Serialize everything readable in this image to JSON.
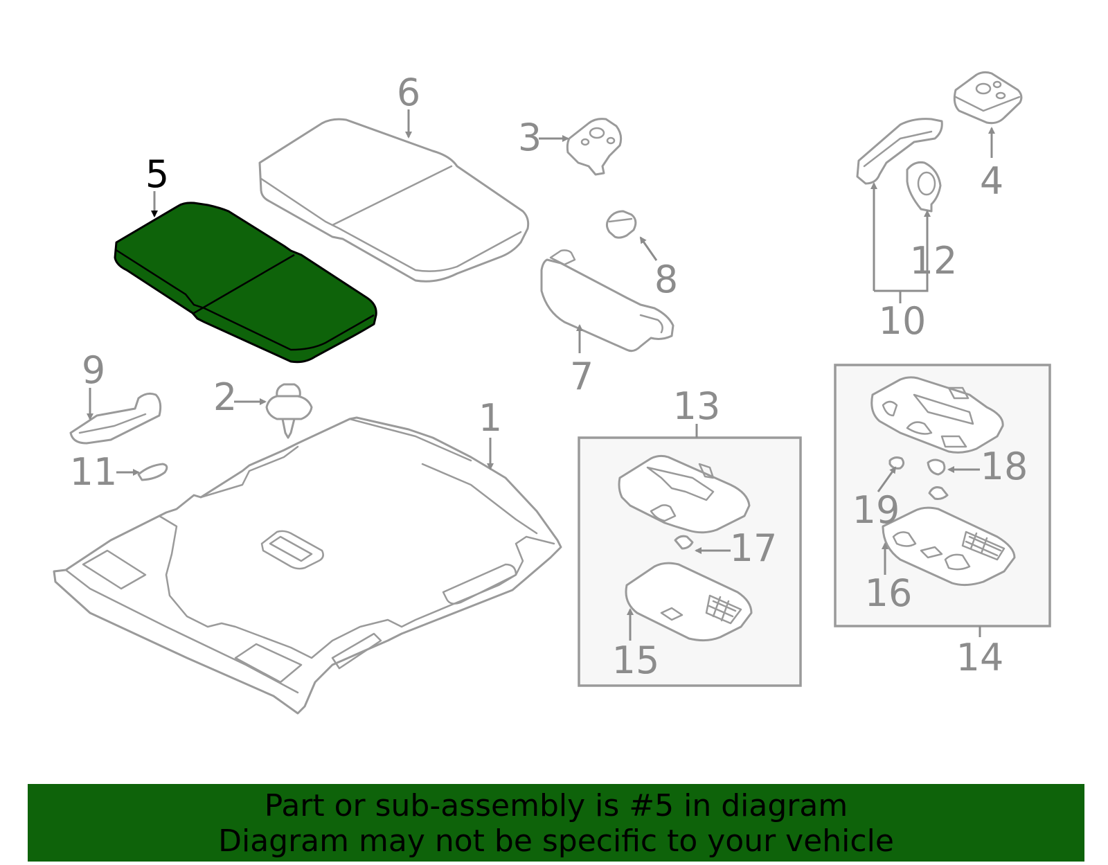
{
  "callouts": {
    "c1": "1",
    "c2": "2",
    "c3": "3",
    "c4": "4",
    "c5": "5",
    "c6": "6",
    "c7": "7",
    "c8": "8",
    "c9": "9",
    "c10": "10",
    "c11": "11",
    "c12": "12",
    "c13": "13",
    "c14": "14",
    "c15": "15",
    "c16": "16",
    "c17": "17",
    "c18": "18",
    "c19": "19"
  },
  "highlight": {
    "part_number": "5",
    "fill_color": "#0e630a",
    "outline_color": "#000000"
  },
  "banner": {
    "line1": "Part or sub-assembly is #5 in diagram",
    "line2": "Diagram may not be specific to your vehicle",
    "background_color": "#0e630a"
  }
}
